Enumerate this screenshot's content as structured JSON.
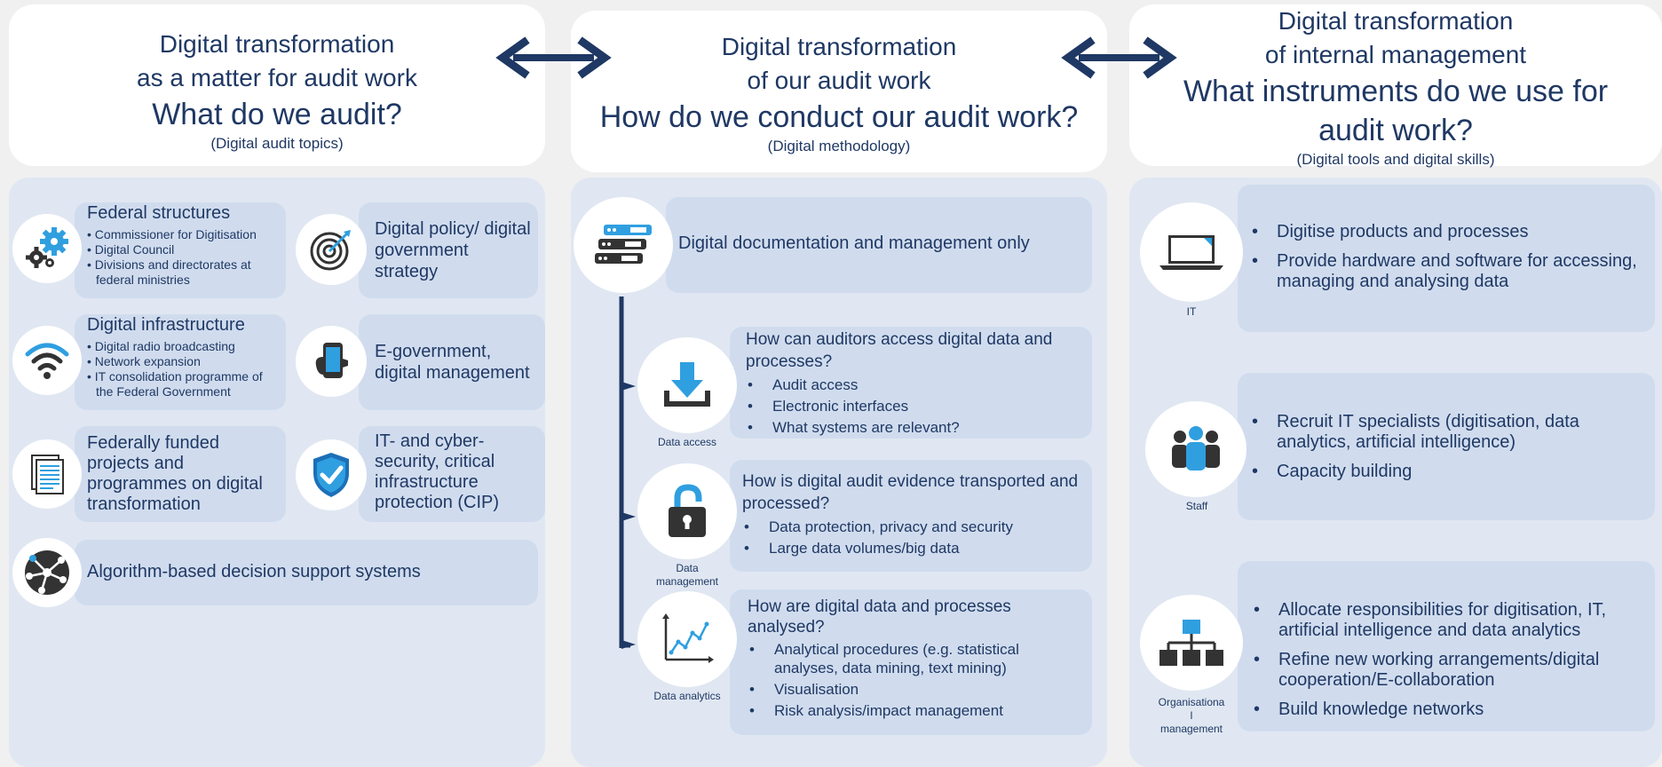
{
  "left": {
    "header": {
      "line1": "Digital transformation",
      "line2": "as a matter for audit work",
      "question": "What do we audit?",
      "subtitle": "(Digital audit topics)"
    },
    "topics": [
      {
        "title": "Federal structures",
        "items": [
          "Commissioner for Digitisation",
          "Digital Council",
          "Divisions and directorates at federal ministries"
        ],
        "icon": "gears-icon"
      },
      {
        "title": "Digital policy/ digital government strategy",
        "icon": "target-icon"
      },
      {
        "title": "Digital infrastructure",
        "items": [
          "Digital radio broadcasting",
          "Network expansion",
          "IT consolidation programme of the Federal Government"
        ],
        "icon": "wifi-icon"
      },
      {
        "title": "E-government, digital management",
        "icon": "smartphone-icon"
      },
      {
        "title": "Federally funded projects and programmes on digital transformation",
        "icon": "document-icon"
      },
      {
        "title": "IT- and cyber-security, critical infrastructure protection (CIP)",
        "icon": "shield-icon"
      },
      {
        "title": "Algorithm-based decision support systems",
        "icon": "brain-network-icon"
      }
    ]
  },
  "middle": {
    "header": {
      "line1": "Digital transformation",
      "line2": "of our audit work",
      "question": "How do we conduct our audit work?",
      "subtitle": "(Digital methodology)"
    },
    "top": {
      "title": "Digital documentation and management only",
      "icon": "server-icon"
    },
    "sections": [
      {
        "caption": "Data access",
        "icon": "download-icon",
        "title": "How can auditors access digital data and processes?",
        "items": [
          "Audit access",
          "Electronic interfaces",
          "What systems are relevant?"
        ]
      },
      {
        "caption": "Data management",
        "icon": "padlock-icon",
        "title": "How is digital audit evidence transported and processed?",
        "items": [
          "Data protection, privacy and security",
          "Large data volumes/big data"
        ]
      },
      {
        "caption": "Data analytics",
        "icon": "line-chart-icon",
        "title": "How are digital data and processes analysed?",
        "items": [
          "Analytical procedures (e.g. statistical analyses, data mining, text mining)",
          "Visualisation",
          "Risk analysis/impact management"
        ]
      }
    ]
  },
  "right": {
    "header": {
      "line1": "Digital transformation",
      "line2": "of internal management",
      "question": "What instruments do we use for audit work?",
      "subtitle": "(Digital tools and digital skills)"
    },
    "sections": [
      {
        "caption": "IT",
        "icon": "laptop-icon",
        "items": [
          "Digitise products and processes",
          "Provide hardware and software for  accessing, managing and analysing data"
        ]
      },
      {
        "caption": "Staff",
        "icon": "people-icon",
        "items": [
          "Recruit IT specialists (digitisation, data analytics, artificial intelligence)",
          "Capacity building"
        ]
      },
      {
        "caption": "Organisational management",
        "caption_lines": [
          "Organisationa",
          "l",
          "management"
        ],
        "icon": "org-chart-icon",
        "items": [
          "Allocate responsibilities for digitisation, IT, artificial intelligence and data analytics",
          "Refine new working arrangements/digital cooperation/E-collaboration",
          "Build knowledge networks"
        ]
      }
    ]
  },
  "colors": {
    "navy": "#1f3864",
    "panel": "#e0e7f2",
    "box": "#d0dcee",
    "accent": "#2f9fe0"
  }
}
